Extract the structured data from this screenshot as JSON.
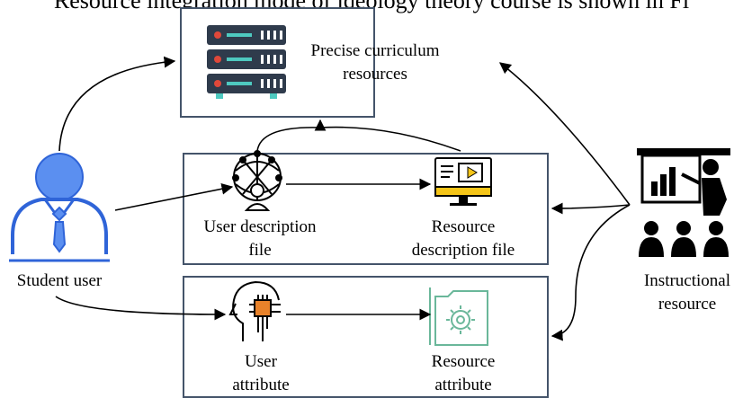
{
  "caption": "Resource integration mode of ideology theory course is shown in Fi",
  "nodes": {
    "precise_resources": "Precise curriculum resources",
    "user_description": "User description file",
    "resource_description": "Resource description file",
    "user_attribute": "User attribute",
    "resource_attribute": "Resource attribute",
    "student": "Student user",
    "instructional": "Instructional resource"
  },
  "colors": {
    "box_border": "#44546a",
    "server": "#2f3b4c",
    "server_accent": "#4ec9c0",
    "server_led": "#e0483a",
    "student_fill": "#5b8ff0",
    "student_stroke": "#2f64d8",
    "chip": "#e8822a",
    "monitor": "#f5c518",
    "gear": "#6ab79a"
  }
}
